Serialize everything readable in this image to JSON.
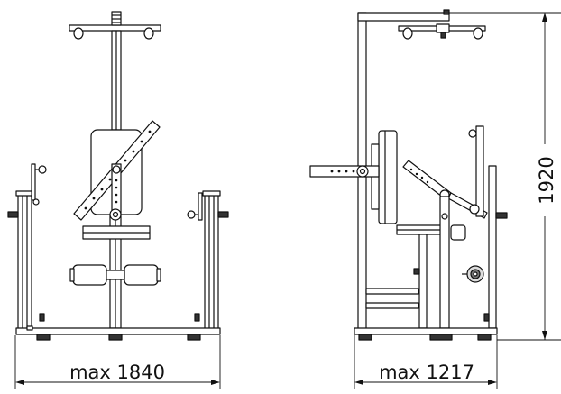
{
  "drawing": {
    "front_view": {
      "width_label": "max 1840"
    },
    "side_view": {
      "depth_label": "max 1217",
      "height_label": "1920"
    },
    "colors": {
      "line": "#111111",
      "fill": "#ffffff",
      "shade": "#e6e6e6",
      "dark": "#333333"
    }
  }
}
